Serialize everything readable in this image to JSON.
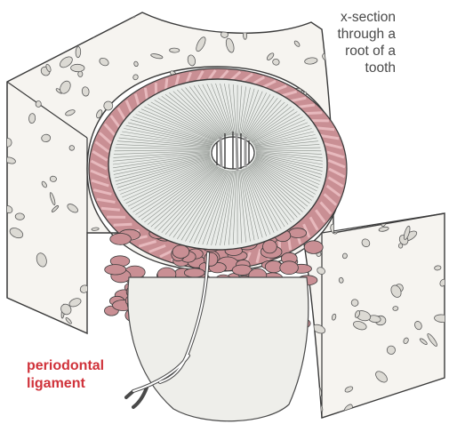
{
  "diagram": {
    "caption_lines": [
      "x-section",
      "through a",
      "root of a",
      "tooth"
    ],
    "label_lines": [
      "periodontal",
      "ligament"
    ],
    "colors": {
      "label_red": "#d0323a",
      "ligament_pink": "#c98f94",
      "ligament_fiber": "#e7b9bd",
      "bone_fill": "#f6f4f0",
      "pore_fill": "#dcdad4",
      "dentin_fill": "#e9ece9",
      "root_fill": "#eeeeea",
      "ink": "#3a3a3a"
    }
  }
}
